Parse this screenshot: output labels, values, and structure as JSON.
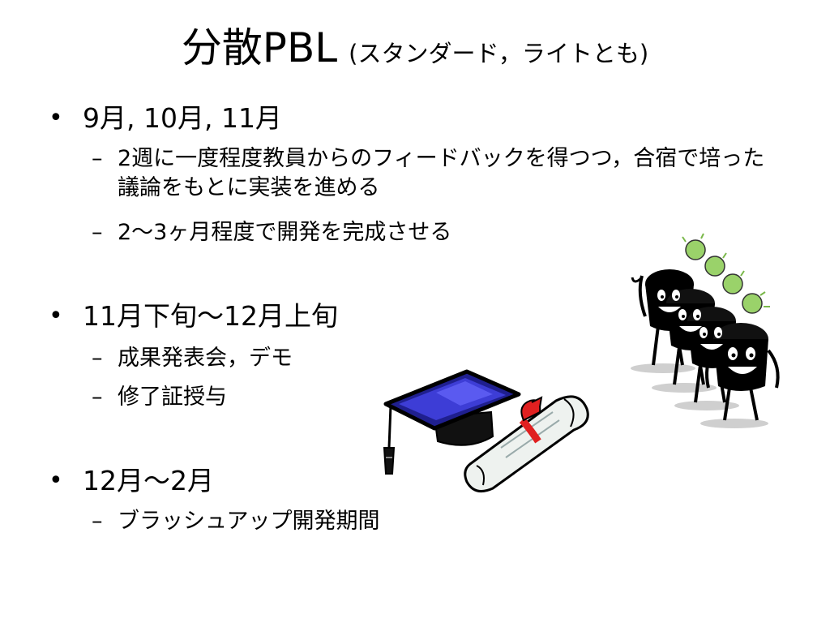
{
  "slide": {
    "title": "分散PBL",
    "subtitle": "(スタンダード，ライトとも)",
    "bullet_symbol": "•",
    "sub_bullet_symbol": "–",
    "sections": [
      {
        "heading": "9月, 10月, 11月",
        "items": [
          "2週に一度程度教員からのフィードバックを得つつ，合宿で培った議論をもとに実装を進める",
          "2～3ヶ月程度で開発を完成させる"
        ]
      },
      {
        "heading": "11月下旬～12月上旬",
        "items": [
          "成果発表会，デモ",
          "修了証授与"
        ]
      },
      {
        "heading": "12月～2月",
        "items": [
          "ブラッシュアップ開発期間"
        ]
      }
    ]
  },
  "colors": {
    "cap": "#1f1f8f",
    "cap_top": "#3d3dd6",
    "ribbon": "#e02020",
    "bulb": "#9ad26a",
    "scroll": "#eef2ef"
  },
  "icons": [
    "graduation-cap-icon",
    "diploma-scroll-icon",
    "lightbulb-characters-icon"
  ]
}
